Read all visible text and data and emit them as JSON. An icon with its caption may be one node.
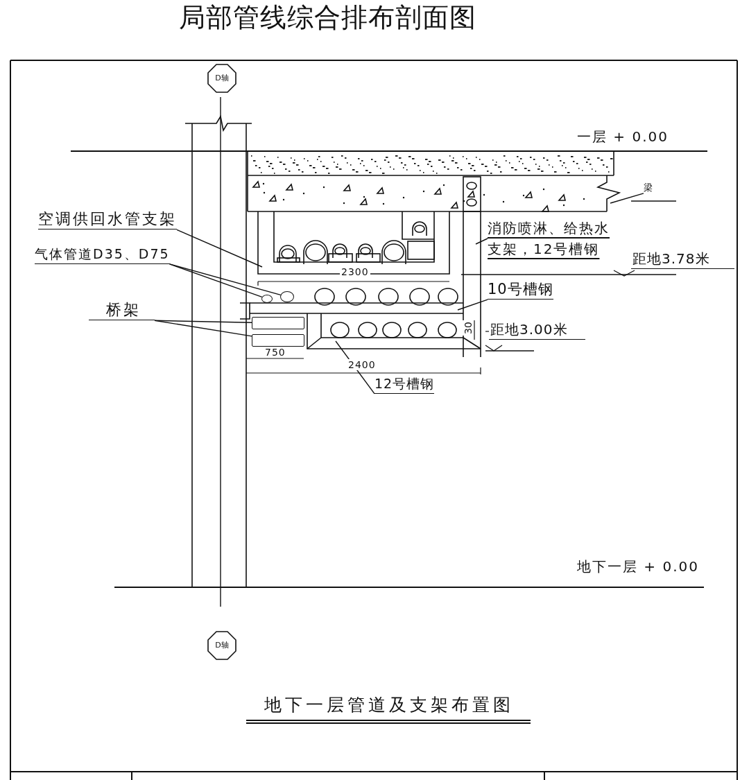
{
  "diagram": {
    "title": "局部管线综合排布剖面图",
    "caption": "地下一层管道及支架布置图",
    "nodes": [
      {
        "text": [
          "空调供回水管支架"
        ]
      },
      {
        "text": [
          "气体管道D35、D75"
        ]
      },
      {
        "text": [
          "桥架"
        ]
      },
      {
        "text": [
          "消防喷淋、给热水支架，12号槽钢"
        ]
      },
      {
        "text": [
          "10号槽钢"
        ]
      },
      {
        "text": [
          "12号槽钢"
        ]
      },
      {
        "text": [
          "梁"
        ]
      },
      {
        "text": [
          "D轴"
        ]
      },
      {
        "text": [
          "D轴"
        ]
      },
      {
        "text": [],
        "shape": "circle"
      },
      {
        "text": [],
        "shape": "circle"
      },
      {
        "text": [],
        "shape": "box"
      },
      {
        "text": [],
        "shape": "box"
      }
    ],
    "edges": [
      {
        "from": 0,
        "to": null,
        "arrow": "none"
      },
      {
        "from": 1,
        "to": 9,
        "arrow": "none"
      },
      {
        "from": 1,
        "to": 10,
        "arrow": "none"
      },
      {
        "from": 2,
        "to": 11,
        "arrow": "none"
      },
      {
        "from": 2,
        "to": 12,
        "arrow": "none"
      },
      {
        "from": 3,
        "to": null,
        "arrow": "none"
      },
      {
        "from": 4,
        "to": null,
        "arrow": "none"
      },
      {
        "from": 5,
        "to": null,
        "arrow": "none"
      },
      {
        "from": 6,
        "to": null,
        "arrow": "none"
      }
    ],
    "labels": [
      "一层 + 0.00",
      "距地3.78米",
      "2300",
      "750",
      "2400",
      "30",
      "距地3.00米",
      "地下一层 + 0.00"
    ]
  }
}
